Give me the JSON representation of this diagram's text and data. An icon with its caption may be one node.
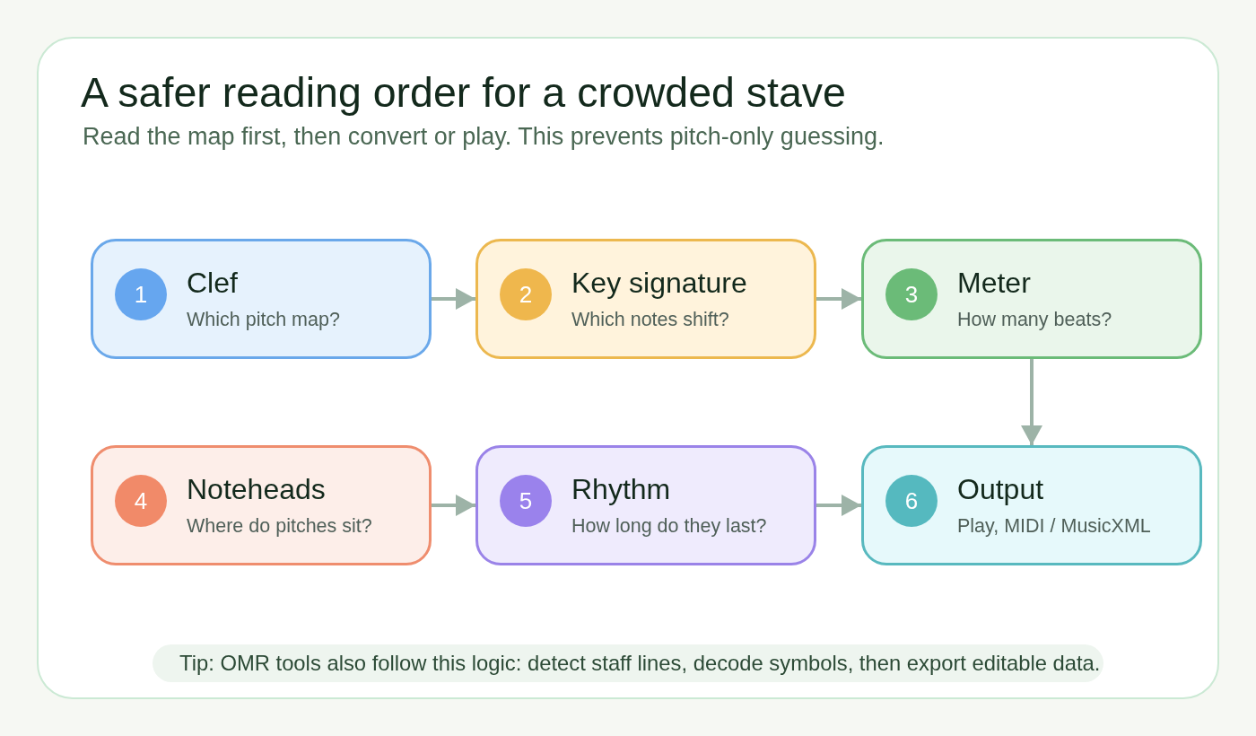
{
  "diagram": {
    "title": "A safer reading order for a crowded stave",
    "nodes": [
      {
        "text": [
          "1",
          "Clef",
          "Which pitch map?"
        ]
      },
      {
        "text": [
          "2",
          "Key signature",
          "Which notes shift?"
        ]
      },
      {
        "text": [
          "3",
          "Meter",
          "How many beats?"
        ]
      },
      {
        "text": [
          "4",
          "Noteheads",
          "Where do pitches sit?"
        ]
      },
      {
        "text": [
          "5",
          "Rhythm",
          "How long do they last?"
        ]
      },
      {
        "text": [
          "6",
          "Output",
          "Play, MIDI / MusicXML"
        ]
      },
      {
        "text": [
          "Tip: OMR tools also follow this logic: detect staff lines, decode symbols, then export editable data."
        ]
      }
    ],
    "edges": [
      {
        "from": 0,
        "to": 1,
        "arrow": "to"
      },
      {
        "from": 1,
        "to": 2,
        "arrow": "to"
      },
      {
        "from": 2,
        "to": 5,
        "arrow": "to"
      },
      {
        "from": 3,
        "to": 4,
        "arrow": "to"
      },
      {
        "from": 4,
        "to": 5,
        "arrow": "to"
      }
    ],
    "labels": [
      "Read the map first, then convert or play. This prevents pitch-only guessing."
    ]
  }
}
